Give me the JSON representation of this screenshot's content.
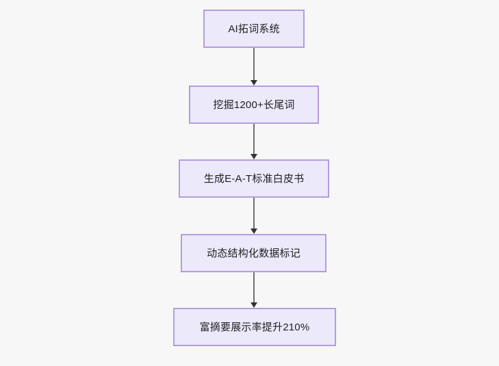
{
  "diagram": {
    "type": "flowchart",
    "orientation": "top-to-bottom",
    "background_color": "#f7f7f8",
    "node_fill_color": "#ece9fb",
    "node_border_color": "#b39ddb",
    "node_text_color": "#1f1f1f",
    "connector_color": "#6e6e6e",
    "arrowhead_color": "#333333",
    "nodes": [
      {
        "id": "node-0",
        "label": "AI拓词系统"
      },
      {
        "id": "node-1",
        "label": "挖掘1200+长尾词"
      },
      {
        "id": "node-2",
        "label": "生成E-A-T标准白皮书"
      },
      {
        "id": "node-3",
        "label": "动态结构化数据标记"
      },
      {
        "id": "node-4",
        "label": "富摘要展示率提升210%"
      }
    ],
    "edges": [
      {
        "id": "edge-0",
        "from": "node-0",
        "to": "node-1",
        "arrow": "arrow-down-icon"
      },
      {
        "id": "edge-1",
        "from": "node-1",
        "to": "node-2",
        "arrow": "arrow-down-icon"
      },
      {
        "id": "edge-2",
        "from": "node-2",
        "to": "node-3",
        "arrow": "arrow-down-icon"
      },
      {
        "id": "edge-3",
        "from": "node-3",
        "to": "node-4",
        "arrow": "arrow-down-icon"
      }
    ]
  }
}
